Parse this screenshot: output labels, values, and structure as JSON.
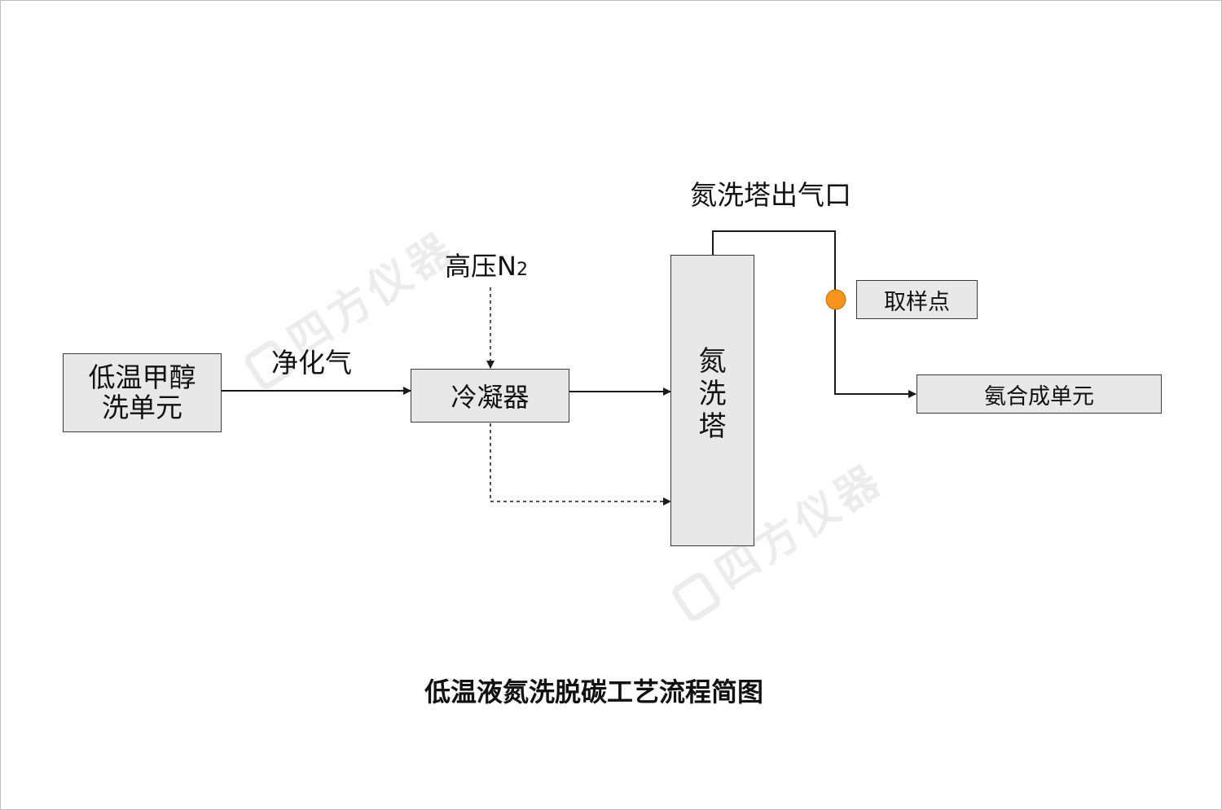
{
  "nodes": {
    "methanol_wash": {
      "line1": "低温甲醇",
      "line2": "洗单元"
    },
    "condenser": {
      "label": "冷凝器"
    },
    "nitrogen_tower": {
      "chars": [
        "氮",
        "洗",
        "塔"
      ]
    },
    "sampling_point": {
      "label": "取样点"
    },
    "ammonia_synthesis": {
      "label": "氨合成单元"
    }
  },
  "labels": {
    "purified_gas": "净化气",
    "high_pressure_n2_prefix": "高压N",
    "high_pressure_n2_subscript": "2",
    "tower_outlet": "氮洗塔出气口"
  },
  "caption": "低温液氮洗脱碳工艺流程简图",
  "watermark": "四方仪器",
  "colors": {
    "box_fill": "#e8e8e8",
    "line": "#1a1a1a",
    "sample_dot": "#f7941d"
  }
}
